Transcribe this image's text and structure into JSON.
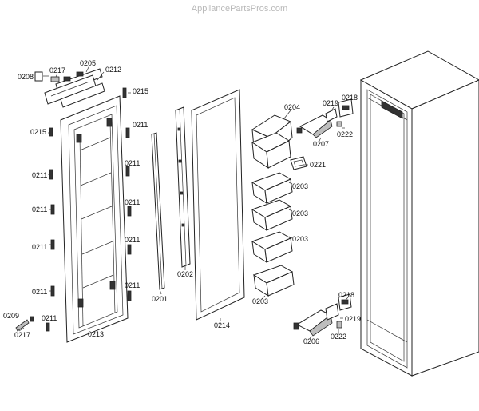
{
  "watermark": "AppliancePartsPros.com",
  "colors": {
    "ink": "#222222",
    "watermark": "#b9b9b9",
    "background": "#ffffff"
  },
  "labels": {
    "p0208": "0208",
    "p0217_top": "0217",
    "p0205": "0205",
    "p0212": "0212",
    "p0215_right": "0215",
    "p0215_left": "0215",
    "p0211_r1": "0211",
    "p0211_r2": "0211",
    "p0211_r3": "0211",
    "p0211_r4": "0211",
    "p0211_r5": "0211",
    "p0211_l1": "0211",
    "p0211_l2": "0211",
    "p0211_l3": "0211",
    "p0211_l4": "0211",
    "p0211_bottom": "0211",
    "p0209": "0209",
    "p0217_bottom": "0217",
    "p0213": "0213",
    "p0201": "0201",
    "p0202": "0202",
    "p0214": "0214",
    "p0204": "0204",
    "p0207": "0207",
    "p0219_top": "0219",
    "p0218_top": "0218",
    "p0222_top": "0222",
    "p0221": "0221",
    "p0203_1": "0203",
    "p0203_2": "0203",
    "p0203_3": "0203",
    "p0203_4": "0203",
    "p0218_bottom": "0218",
    "p0219_bottom": "0219",
    "p0206": "0206",
    "p0222_bottom": "0222"
  }
}
